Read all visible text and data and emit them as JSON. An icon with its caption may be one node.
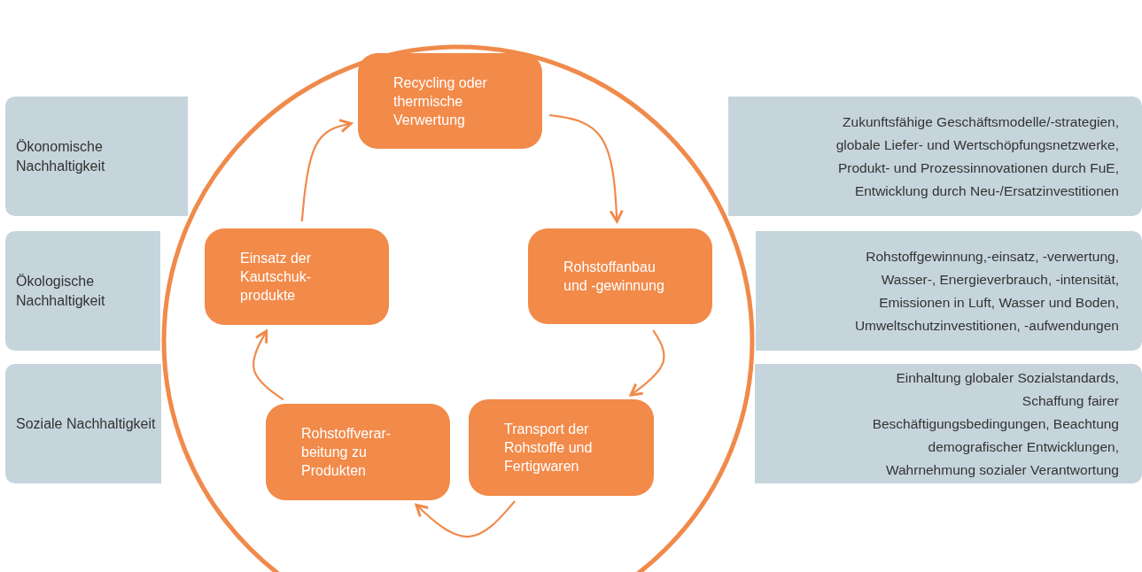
{
  "diagram": {
    "nodes": [
      {
        "text": [
          "Ökonomische Nachhaltigkeit"
        ]
      },
      {
        "text": [
          "Zukunftsfähige Geschäftsmodelle/-strategien, globale Liefer- und Wertschöpfungsnetzwerke, Produkt- und Prozessinnovationen durch FuE, Entwicklung durch Neu-/Ersatzinvestitionen"
        ]
      },
      {
        "text": [
          "Ökologische Nachhaltigkeit"
        ]
      },
      {
        "text": [
          "Rohstoffgewinnung,-einsatz, -verwertung, Wasser-, Energieverbrauch, -intensität, Emissionen in Luft, Wasser und Boden, Umweltschutzinvestitionen, -aufwendungen"
        ]
      },
      {
        "text": [
          "Soziale Nachhaltigkeit"
        ]
      },
      {
        "text": [
          "Einhaltung globaler Sozialstandards, Schaffung fairer Beschäftigungsbedingungen, Beachtung demografischer Entwicklungen, Wahrnehmung sozialer Verantwortung"
        ]
      },
      {
        "text": [
          "Recycling oder thermische Verwertung"
        ]
      },
      {
        "text": [
          "Rohstoffanbau und -gewinnung"
        ]
      },
      {
        "text": [
          "Transport der Rohstoffe und Fertigwaren"
        ]
      },
      {
        "text": [
          "Rohstoffverar-beitung zu Produkten"
        ]
      },
      {
        "text": [
          "Einsatz der Kautschuk-produkte"
        ]
      }
    ],
    "edges": [
      {
        "from": 6,
        "to": 7,
        "arrow": "to"
      },
      {
        "from": 7,
        "to": 8,
        "arrow": "to"
      },
      {
        "from": 8,
        "to": 9,
        "arrow": "to"
      },
      {
        "from": 9,
        "to": 10,
        "arrow": "to"
      },
      {
        "from": 10,
        "to": 6,
        "arrow": "to"
      }
    ]
  }
}
